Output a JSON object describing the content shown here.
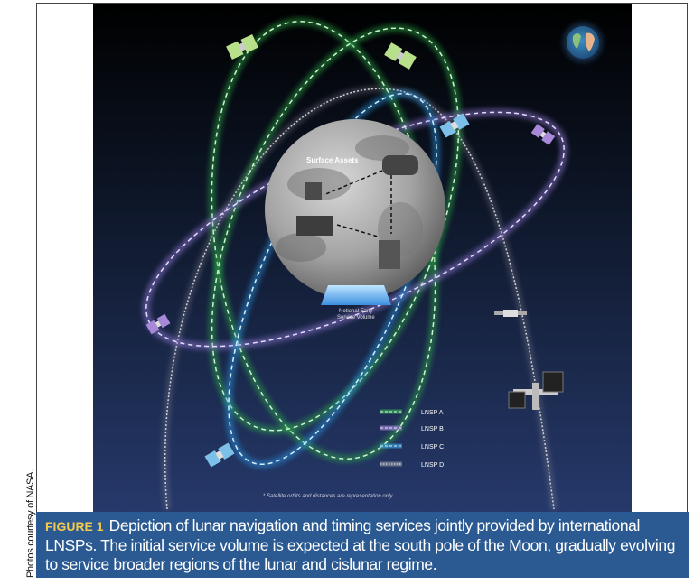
{
  "figure": {
    "moon_label": "Surface Assets",
    "service_volume_label_line1": "Notional Early",
    "service_volume_label_line2": "Service Volume",
    "footnote": "* Satellite orbits and distances are representation only",
    "legend": [
      {
        "label": "LNSP A",
        "color": "#3fbf5a"
      },
      {
        "label": "LNSP B",
        "color": "#a78fe0"
      },
      {
        "label": "LNSP C",
        "color": "#3aa6e6"
      },
      {
        "label": "LNSP D",
        "color": "#9a9aa8"
      }
    ],
    "background_colors": {
      "top": "#000000",
      "bottom": "#24386a"
    }
  },
  "caption": {
    "label": "FIGURE 1",
    "text": "Depiction of lunar navigation and timing services jointly provided by international LNSPs. The initial service volume is expected at the south pole of the Moon, gradually evolving to service broader regions of the lunar and cislunar regime."
  },
  "credit": "Photos courtesy of NASA."
}
